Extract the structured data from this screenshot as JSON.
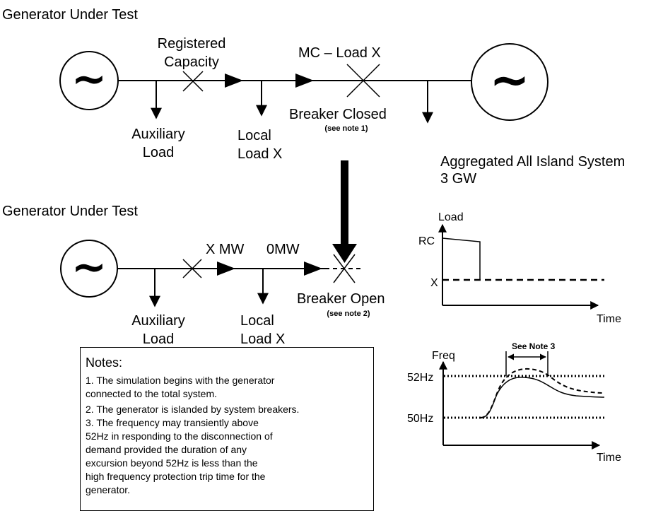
{
  "top": {
    "title": "Generator Under Test",
    "registered_capacity": [
      "Registered",
      "Capacity"
    ],
    "mc_load": "MC – Load X",
    "breaker_closed": "Breaker Closed",
    "note1_ref": "(see note 1)",
    "auxiliary_load": [
      "Auxiliary",
      "Load"
    ],
    "local_load": [
      "Local",
      "Load X"
    ]
  },
  "system": {
    "label_line1": "Aggregated All Island System",
    "label_line2": "3 GW"
  },
  "bottom": {
    "title": "Generator Under Test",
    "x_mw": "X MW",
    "zero_mw": "0MW",
    "breaker_open": "Breaker Open",
    "note2_ref": "(see note 2)",
    "auxiliary_load": [
      "Auxiliary",
      "Load"
    ],
    "local_load": [
      "Local",
      "Load X"
    ]
  },
  "load_chart": {
    "y_label": "Load",
    "x_label": "Time",
    "rc_label": "RC",
    "x_level_label": "X"
  },
  "freq_chart": {
    "y_label": "Freq",
    "x_label": "Time",
    "f52_label": "52Hz",
    "f50_label": "50Hz",
    "note3_ref": "See Note 3"
  },
  "notes": {
    "title": "Notes:",
    "items": [
      "1. The simulation begins with the generator connected to the total system.",
      "2. The generator is islanded by system breakers.",
      "3. The frequency may transiently above 52Hz in responding to the disconnection of demand provided the duration of any excursion beyond 52Hz is less than the high frequency protection trip time for the generator."
    ]
  },
  "symbols": {
    "generator_glyph": "~"
  }
}
